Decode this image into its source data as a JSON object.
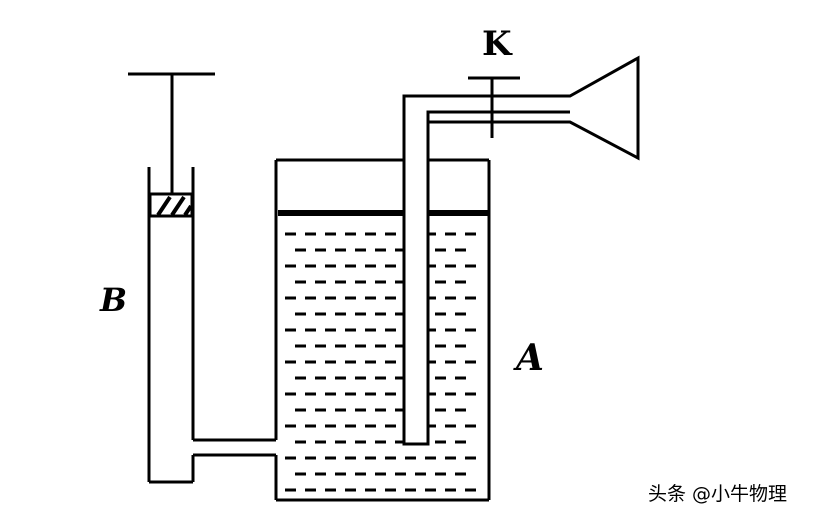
{
  "labels": {
    "valve": "K",
    "syringe": "B",
    "container": "A"
  },
  "watermark": "头条 @小牛物理",
  "colors": {
    "stroke": "#000000",
    "background": "#ffffff"
  }
}
